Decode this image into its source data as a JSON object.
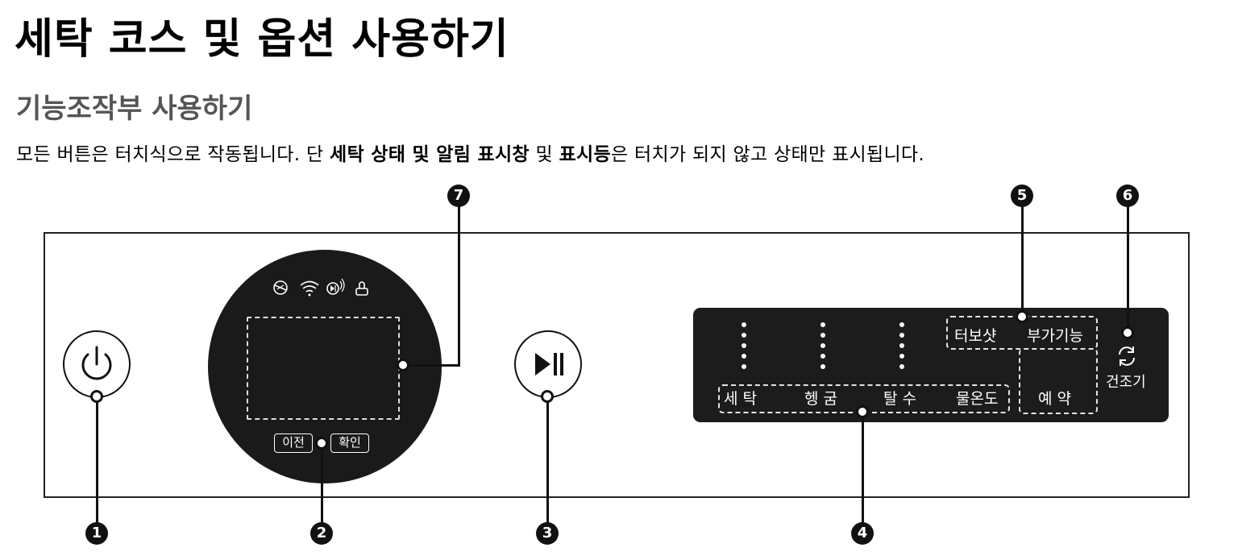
{
  "title": "세탁 코스 및 옵션 사용하기",
  "subtitle": "기능조작부 사용하기",
  "description": {
    "part1": "모든 버튼은 터치식으로 작동됩니다. 단 ",
    "bold1": "세탁 상태 및 알림 표시창",
    "part2": " 및 ",
    "bold2": "표시등",
    "part3": "은 터치가 되지 않고 상태만 표시됩니다."
  },
  "dial": {
    "prev_label": "이전",
    "confirm_label": "확인",
    "status_icons": [
      "lock-icon",
      "wifi-icon",
      "smart-control-icon",
      "child-lock-icon"
    ]
  },
  "option_panel": {
    "cycle_labels": [
      "세 탁",
      "헹 굼",
      "탈 수",
      "물온도"
    ],
    "turbo_label": "터보샷",
    "extra_label": "부가기능",
    "reserve_label": "예 약",
    "dry_label": "건조기"
  },
  "callouts": [
    "1",
    "2",
    "3",
    "4",
    "5",
    "6",
    "7"
  ],
  "colors": {
    "panel_dark": "#1c1c1c",
    "ink": "#111111",
    "subtitle": "#555555"
  }
}
